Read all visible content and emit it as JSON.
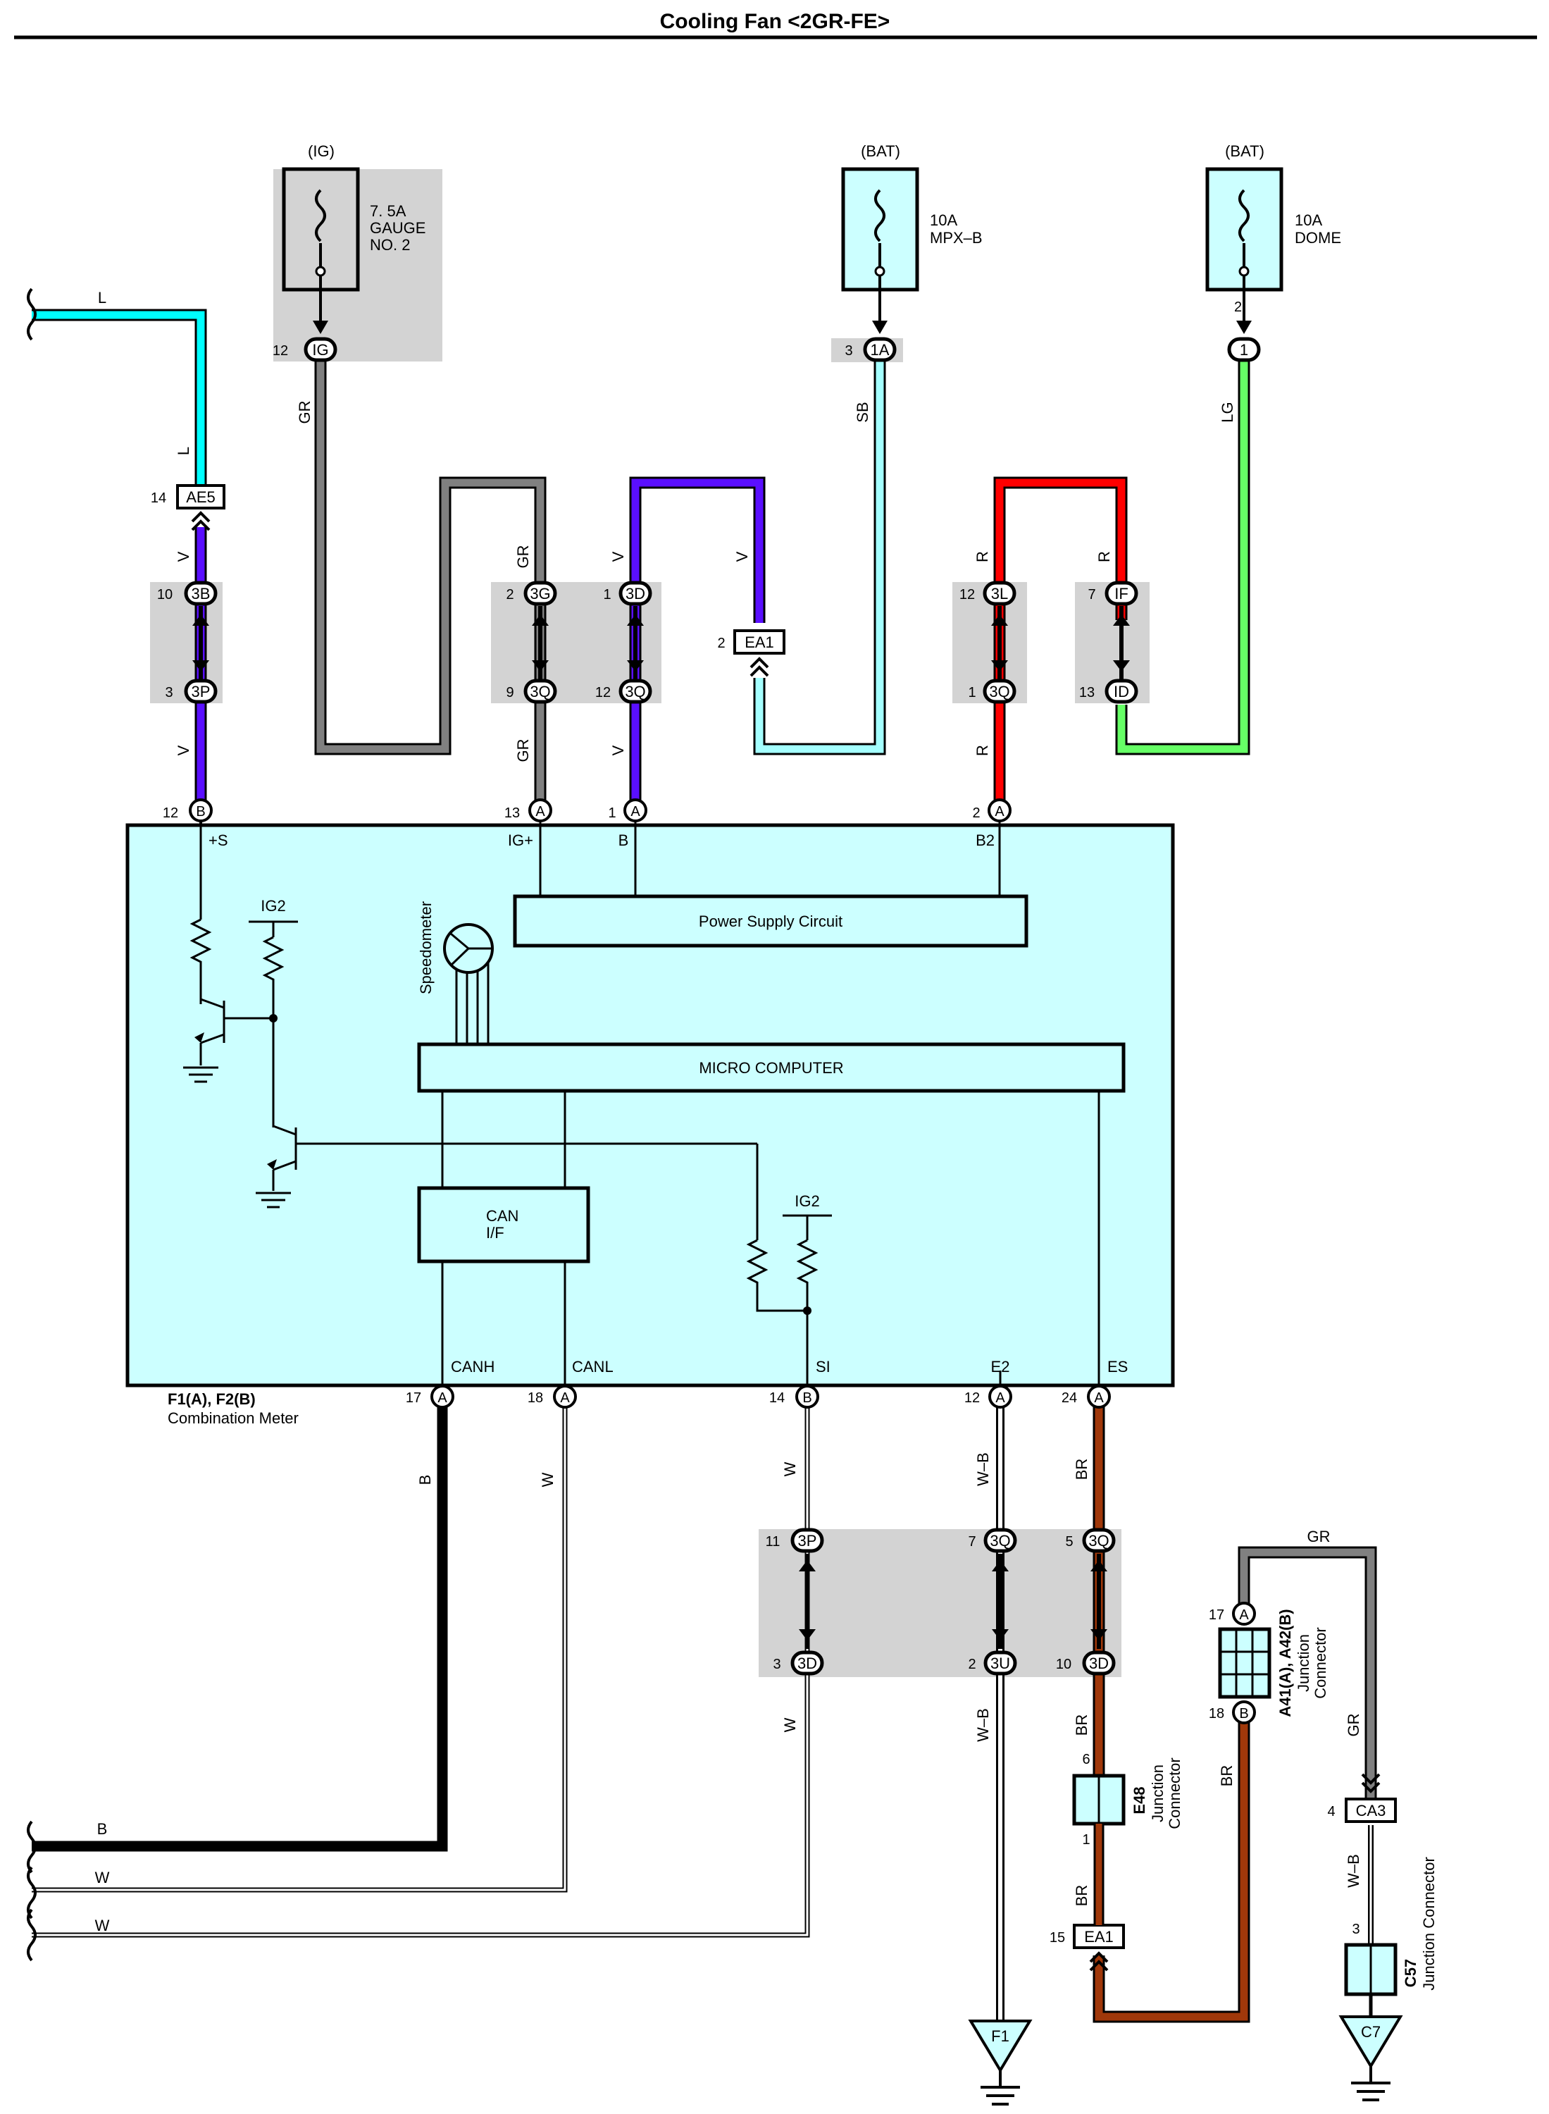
{
  "title": "Cooling Fan <2GR-FE>",
  "fuses": [
    {
      "supply": "(IG)",
      "name_lines": [
        "7. 5A",
        "GAUGE",
        "NO. 2"
      ],
      "conn": "IG",
      "pin": "12"
    },
    {
      "supply": "(BAT)",
      "name_lines": [
        "10A",
        "MPX–B"
      ],
      "conn": "1A",
      "pin": "3"
    },
    {
      "supply": "(BAT)",
      "name_lines": [
        "10A",
        "DOME"
      ],
      "conn": "1",
      "pin": "2"
    }
  ],
  "wire_colors": {
    "L": "#00ffff",
    "GR": "#808080",
    "V": "#5a0fff",
    "SB": "#a4ffff",
    "R": "#ff0000",
    "LG": "#66ff66",
    "B": "#000000",
    "W": "#ffffff",
    "W-B": "#ffffff",
    "BR": "#a0380a"
  },
  "wire_labels": {
    "L_top": "L",
    "L_vert": "L",
    "GR_fuse": "GR",
    "SB": "SB",
    "LG": "LG",
    "V_ae5": "V",
    "V_3p": "V",
    "GR_3g": "GR",
    "GR_3q": "GR",
    "V_3d": "V",
    "V_3q": "V",
    "V_ea1": "V",
    "R_3l": "R",
    "R_if": "R",
    "R_3q": "R",
    "B_canh": "B",
    "W_canl": "W",
    "W_si": "W",
    "WB_e2": "W–B",
    "BR_es": "BR",
    "W_si2": "W",
    "WB_2": "W–B",
    "BR_e48": "BR",
    "BR_ea1": "BR",
    "BR_a41": "BR",
    "GR_a41": "GR",
    "GR_ca3": "GR",
    "WB_c57": "W–B",
    "B_bottom": "B",
    "W_bottom1": "W",
    "W_bottom2": "W"
  },
  "connectors": {
    "AE5": {
      "name": "AE5",
      "pin": "14"
    },
    "EA1_top": {
      "name": "EA1",
      "pin": "2"
    },
    "EA1_bottom": {
      "name": "EA1",
      "pin": "15"
    },
    "CA3": {
      "name": "CA3",
      "pin": "4"
    }
  },
  "junction_pins": [
    {
      "conn": "3B",
      "pin": "10"
    },
    {
      "conn": "3P",
      "pin": "3"
    },
    {
      "conn": "3G",
      "pin": "2"
    },
    {
      "conn": "3Q",
      "pin": "9"
    },
    {
      "conn": "3D",
      "pin": "1"
    },
    {
      "conn": "3Q",
      "pin": "12"
    },
    {
      "conn": "3L",
      "pin": "12"
    },
    {
      "conn": "3Q",
      "pin": "1"
    },
    {
      "conn": "IF",
      "pin": "7"
    },
    {
      "conn": "ID",
      "pin": "13"
    },
    {
      "conn": "3P",
      "pin": "11"
    },
    {
      "conn": "3D",
      "pin": "3"
    },
    {
      "conn": "3Q",
      "pin": "7"
    },
    {
      "conn": "3U",
      "pin": "2"
    },
    {
      "conn": "3Q",
      "pin": "5"
    },
    {
      "conn": "3D",
      "pin": "10"
    }
  ],
  "meter": {
    "name": "F1(A), F2(B)",
    "desc": "Combination Meter",
    "top_pins": [
      {
        "pin": "12",
        "conn": "B",
        "term": "+S"
      },
      {
        "pin": "13",
        "conn": "A",
        "term": "IG+"
      },
      {
        "pin": "1",
        "conn": "A",
        "term": "B"
      },
      {
        "pin": "2",
        "conn": "A",
        "term": "B2"
      }
    ],
    "bottom_pins": [
      {
        "pin": "17",
        "conn": "A",
        "term": "CANH"
      },
      {
        "pin": "18",
        "conn": "A",
        "term": "CANL"
      },
      {
        "pin": "14",
        "conn": "B",
        "term": "SI"
      },
      {
        "pin": "12",
        "conn": "A",
        "term": "E2"
      },
      {
        "pin": "24",
        "conn": "A",
        "term": "ES"
      }
    ],
    "power_supply": "Power Supply Circuit",
    "micro": "MICRO COMPUTER",
    "can_lines": [
      "CAN",
      "I/F"
    ],
    "speedometer": "Speedometer",
    "ig2_1": "IG2",
    "ig2_2": "IG2"
  },
  "e48": {
    "name": "E48",
    "desc_lines": [
      "Junction",
      "Connector"
    ],
    "pin_top": "6",
    "pin_bottom": "1"
  },
  "a41": {
    "name": "A41(A), A42(B)",
    "desc_lines": [
      "Junction",
      "Connector"
    ],
    "pin_top": "17",
    "conn_top": "A",
    "pin_bottom": "18",
    "conn_bottom": "B"
  },
  "c57": {
    "name": "C57",
    "desc": "Junction Connector",
    "pin": "3"
  },
  "grounds": {
    "f1": "F1",
    "c7": "C7"
  }
}
